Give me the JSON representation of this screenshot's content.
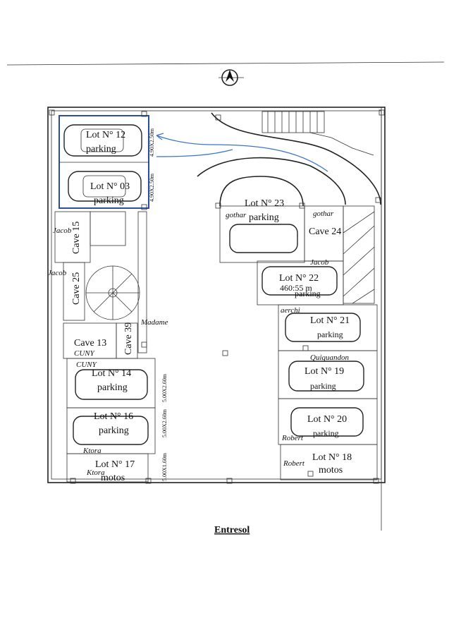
{
  "title": "Entresol",
  "lots": [
    {
      "id": "lot12",
      "label": "Lot N° 12",
      "use": "parking"
    },
    {
      "id": "lot03",
      "label": "Lot N° 03",
      "use": "parking"
    },
    {
      "id": "lot23",
      "label": "Lot N° 23",
      "use": "parking"
    },
    {
      "id": "lot22",
      "label": "Lot N° 22",
      "use": "parking",
      "extra": "460:55 m"
    },
    {
      "id": "lot21",
      "label": "Lot N° 21",
      "use": "parking"
    },
    {
      "id": "lot14",
      "label": "Lot N° 14",
      "use": "parking"
    },
    {
      "id": "lot19",
      "label": "Lot N° 19",
      "use": "parking"
    },
    {
      "id": "lot16",
      "label": "Lot N° 16",
      "use": "parking"
    },
    {
      "id": "lot20",
      "label": "Lot N° 20",
      "use": "parking"
    },
    {
      "id": "lot17",
      "label": "Lot N° 17",
      "use": "motos"
    },
    {
      "id": "lot18",
      "label": "Lot N° 18",
      "use": "motos"
    }
  ],
  "caves": {
    "cave15": "Cave 15",
    "cave25": "Cave 25",
    "cave13": "Cave 13",
    "cave39": "Cave 39",
    "cave24": "Cave 24"
  },
  "dimensions": {
    "d1": "4.90X2.50m",
    "d2": "4.90X2.50m",
    "d3": "5.00X2.60m",
    "d4": "5.00X2.60m",
    "d5": "5.00X1.60m"
  },
  "annotations": {
    "a1": "gothar",
    "a2": "gothar",
    "a3": "Jacob",
    "a4": "Jacob",
    "a5": "Jacob",
    "a6": "aerchi",
    "a7": "Madame",
    "a8": "CUNY",
    "a9": "CUNY",
    "a10": "Quiquandon",
    "a11": "Ktora",
    "a12": "Ktora",
    "a13": "Robert",
    "a14": "Robert"
  }
}
